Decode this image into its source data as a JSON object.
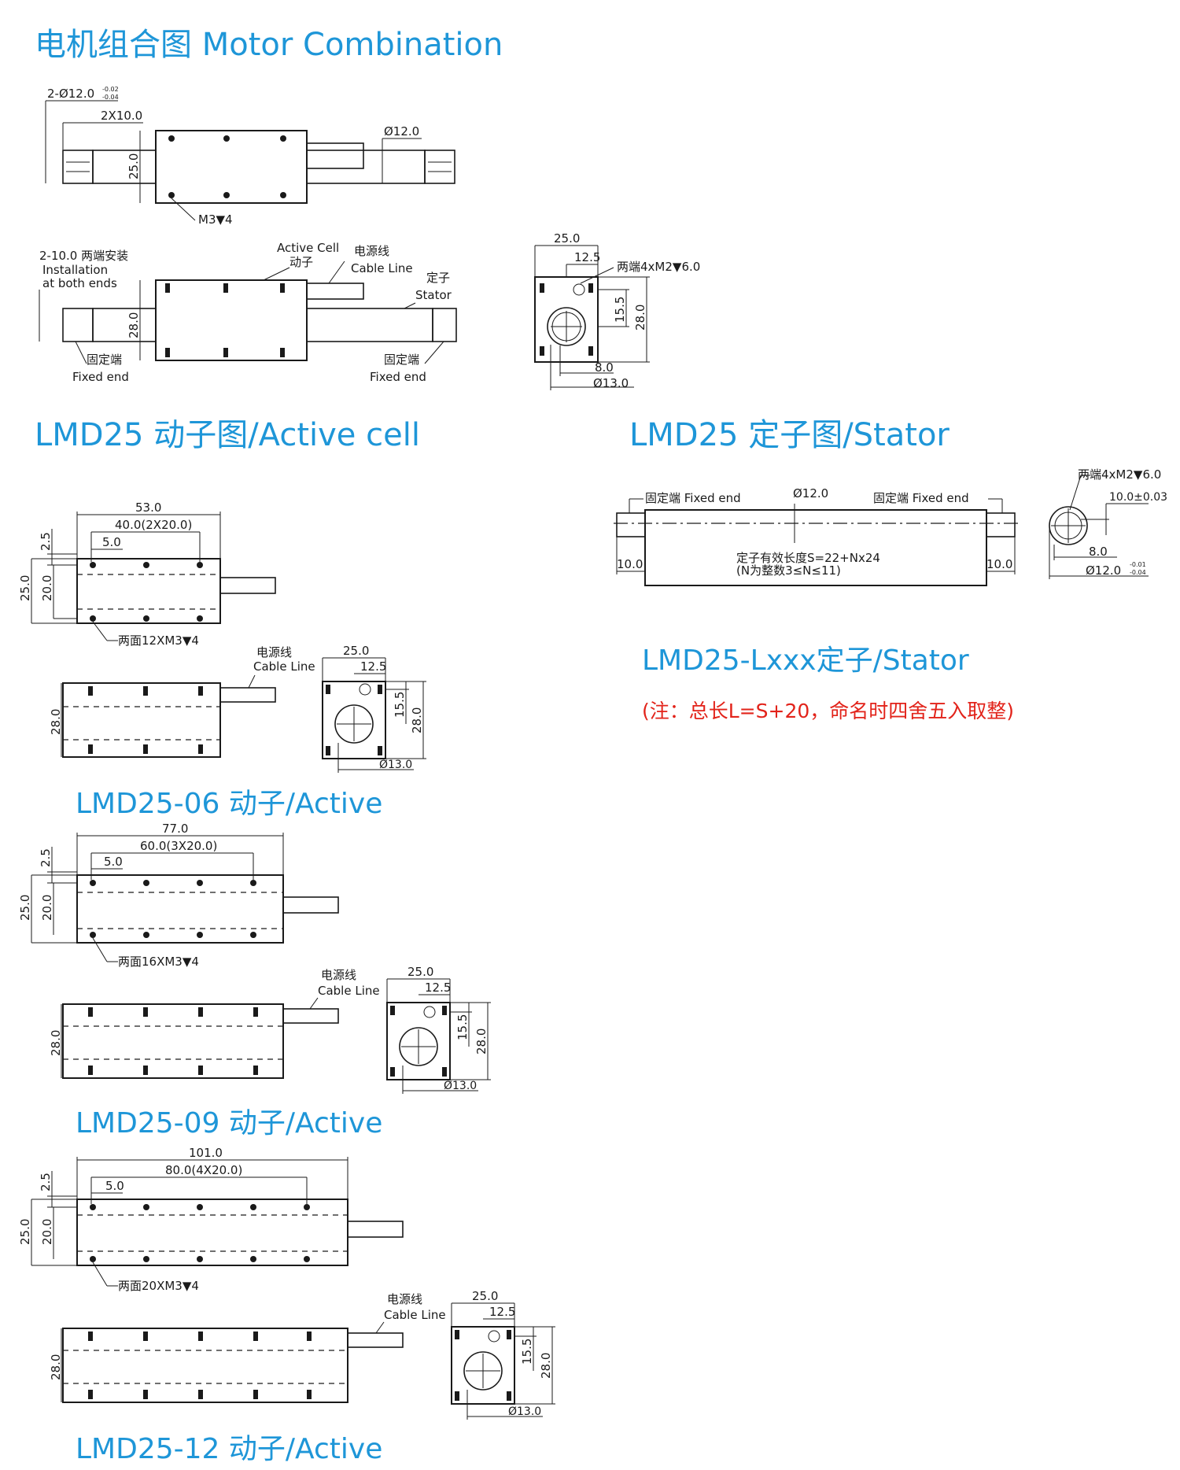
{
  "headings": {
    "motor_combination": "电机组合图 Motor Combination",
    "active_cell": "LMD25 动子图/Active cell",
    "stator": "LMD25 定子图/Stator",
    "lxxx_stator": "LMD25-Lxxx定子/Stator",
    "note": "(注：总长L=S+20，命名时四舍五入取整)",
    "lmd25_06": "LMD25-06 动子/Active",
    "lmd25_09": "LMD25-09 动子/Active",
    "lmd25_12": "LMD25-12 动子/Active"
  },
  "combo_top": {
    "hole_dim": "2-Ø12.0",
    "hole_tol_upper": "-0.02",
    "hole_tol_lower": "-0.04",
    "end_dim": "2X10.0",
    "shaft_dim": "Ø12.0",
    "height": "25.0",
    "thread": "M3▼4"
  },
  "combo_bottom": {
    "mount_cn": "2-10.0 两端安装",
    "mount_en1": "Installation",
    "mount_en2": "at both ends",
    "active_en": "Active Cell",
    "active_cn": "动子",
    "cable_cn": "电源线",
    "cable_en": "Cable Line",
    "stator_cn": "定子",
    "stator_en": "Stator",
    "height": "28.0",
    "fixed_cn_left": "固定端",
    "fixed_en_left": "Fixed end",
    "fixed_cn_right": "固定端",
    "fixed_en_right": "Fixed end"
  },
  "end_view": {
    "width": "25.0",
    "half": "12.5",
    "thread": "两端4xM2▼6.0",
    "h155": "15.5",
    "h280": "28.0",
    "d80": "8.0",
    "d130": "Ø13.0"
  },
  "stator_side": {
    "fixed_left": "固定端 Fixed end",
    "fixed_right": "固定端 Fixed end",
    "diameter": "Ø12.0",
    "len_left": "10.0",
    "len_right": "10.0",
    "eff_len": "定子有效长度S=22+Nx24",
    "eff_range": "(N为整数3≤N≤11)"
  },
  "stator_end": {
    "thread": "两端4xM2▼6.0",
    "pitch": "10.0±0.03",
    "d80": "8.0",
    "diameter": "Ø12.0",
    "tol_upper": "-0.01",
    "tol_lower": "-0.04"
  },
  "m06": {
    "total": "53.0",
    "pitch": "40.0(2X20.0)",
    "edge": "5.0",
    "offset": "2.5",
    "h25": "25.0",
    "h20": "20.0",
    "holes": "两面12XM3▼4",
    "cable_cn": "电源线",
    "cable_en": "Cable Line",
    "h28": "28.0",
    "end_w": "25.0",
    "end_half": "12.5",
    "end_155": "15.5",
    "end_280": "28.0",
    "end_dia": "Ø13.0"
  },
  "m09": {
    "total": "77.0",
    "pitch": "60.0(3X20.0)",
    "edge": "5.0",
    "offset": "2.5",
    "h25": "25.0",
    "h20": "20.0",
    "holes": "两面16XM3▼4",
    "cable_cn": "电源线",
    "cable_en": "Cable Line",
    "h28": "28.0",
    "end_w": "25.0",
    "end_half": "12.5",
    "end_155": "15.5",
    "end_280": "28.0",
    "end_dia": "Ø13.0"
  },
  "m12": {
    "total": "101.0",
    "pitch": "80.0(4X20.0)",
    "edge": "5.0",
    "offset": "2.5",
    "h25": "25.0",
    "h20": "20.0",
    "holes": "两面20XM3▼4",
    "cable_cn": "电源线",
    "cable_en": "Cable Line",
    "h28": "28.0",
    "end_w": "25.0",
    "end_half": "12.5",
    "end_155": "15.5",
    "end_280": "28.0",
    "end_dia": "Ø13.0"
  }
}
